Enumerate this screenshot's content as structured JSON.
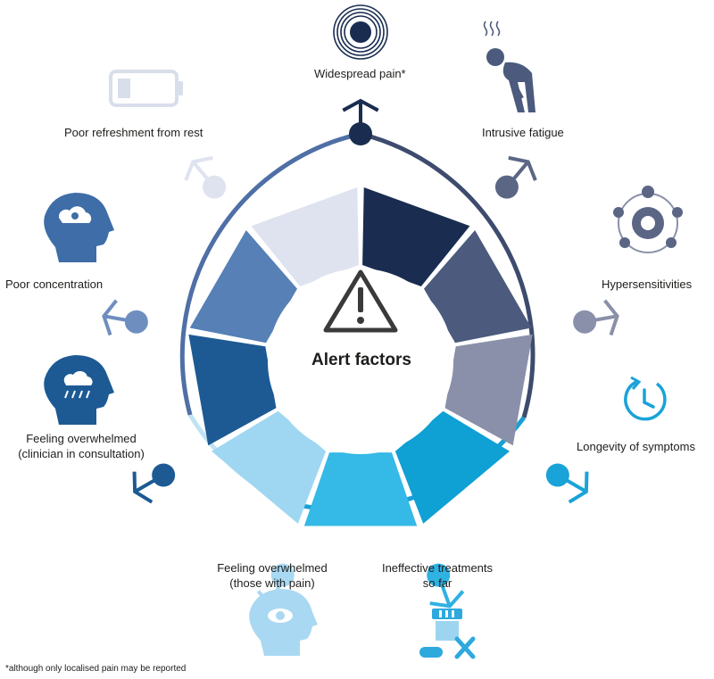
{
  "center": {
    "title": "Alert factors"
  },
  "factors": [
    {
      "label": "Widespread pain*",
      "icon": "target-circle-icon",
      "color": "#1a2d50"
    },
    {
      "label": "Intrusive fatigue",
      "icon": "tired-person-icon",
      "color": "#4b5a7d"
    },
    {
      "label": "Hypersensitivities",
      "icon": "senses-icon",
      "color": "#8a90a9"
    },
    {
      "label": "Longevity of symptoms",
      "icon": "clock-icon",
      "color": "#0fa0d4"
    },
    {
      "label": "Ineffective treatments so far",
      "line1": "Ineffective treatments",
      "line2": "so far",
      "icon": "medicine-cross-icon",
      "color": "#35b9e6"
    },
    {
      "label": "Feeling overwhelmed (those with pain)",
      "line1": "Feeling overwhelmed",
      "line2": "(those with pain)",
      "icon": "head-eye-icon",
      "color": "#9fd7f2"
    },
    {
      "label": "Feeling overwhelmed (clinician in consultation)",
      "line1": "Feeling overwhelmed",
      "line2": "(clinician in consultation)",
      "icon": "head-rain-icon",
      "color": "#1d5a94"
    },
    {
      "label": "Poor concentration",
      "icon": "head-cloud-icon",
      "color": "#5680b6"
    },
    {
      "label": "Poor refreshment from rest",
      "icon": "battery-low-icon",
      "color": "#dfe3f0"
    }
  ],
  "footnote": "*although only localised pain may be reported"
}
